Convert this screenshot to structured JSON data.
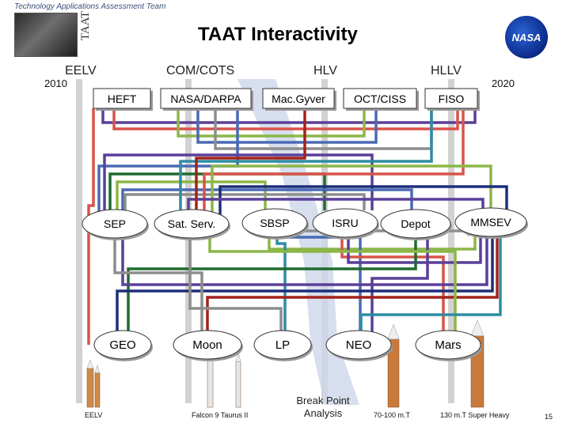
{
  "header": {
    "org_name": "Technology Applications Assessment Team",
    "logo_letters": "TAAT",
    "title": "TAAT Interactivity",
    "agency_logo_icon": "nasa-meatball-icon",
    "agency_logo_text": "NASA"
  },
  "eras": [
    {
      "id": "eelv",
      "label": "EELV"
    },
    {
      "id": "cots",
      "label": "COM/COTS"
    },
    {
      "id": "hlv",
      "label": "HLV"
    },
    {
      "id": "hllv",
      "label": "HLLV"
    }
  ],
  "years": {
    "start": "2010",
    "end": "2020"
  },
  "programs": [
    {
      "id": "heft",
      "label": "HEFT"
    },
    {
      "id": "nasadarpa",
      "label": "NASA/DARPA"
    },
    {
      "id": "macgyver",
      "label": "Mac.Gyver"
    },
    {
      "id": "octciss",
      "label": "OCT/CISS"
    },
    {
      "id": "fiso",
      "label": "FISO"
    }
  ],
  "capabilities": [
    {
      "id": "sep",
      "label": "SEP"
    },
    {
      "id": "satserv",
      "label": "Sat. Serv."
    },
    {
      "id": "sbsp",
      "label": "SBSP"
    },
    {
      "id": "isru",
      "label": "ISRU"
    },
    {
      "id": "depot",
      "label": "Depot"
    },
    {
      "id": "mmsev",
      "label": "MMSEV"
    }
  ],
  "destinations": [
    {
      "id": "geo",
      "label": "GEO"
    },
    {
      "id": "moon",
      "label": "Moon"
    },
    {
      "id": "lp",
      "label": "LP"
    },
    {
      "id": "neo",
      "label": "NEO"
    },
    {
      "id": "mars",
      "label": "Mars"
    }
  ],
  "vehicles": [
    {
      "id": "eelv",
      "label": "EELV"
    },
    {
      "id": "falcon",
      "label": "Falcon 9 Taurus II"
    },
    {
      "id": "break",
      "label": "Break Point Analysis"
    },
    {
      "id": "mt70",
      "label": "70-100 m.T"
    },
    {
      "id": "mt130",
      "label": "130 m.T Super Heavy"
    }
  ],
  "page_number": "15",
  "colors": {
    "red": "#d9534a",
    "purple": "#5a3f99",
    "green": "#8cb648",
    "blue": "#4a6ab4",
    "gray": "#8d8d8d",
    "darkgreen": "#1f6b2f",
    "teal": "#2f8ca3",
    "darkred": "#a3231a",
    "navy": "#1d2e7a",
    "ribbon": "#cdd6e8",
    "band": "#d2d2d2"
  }
}
